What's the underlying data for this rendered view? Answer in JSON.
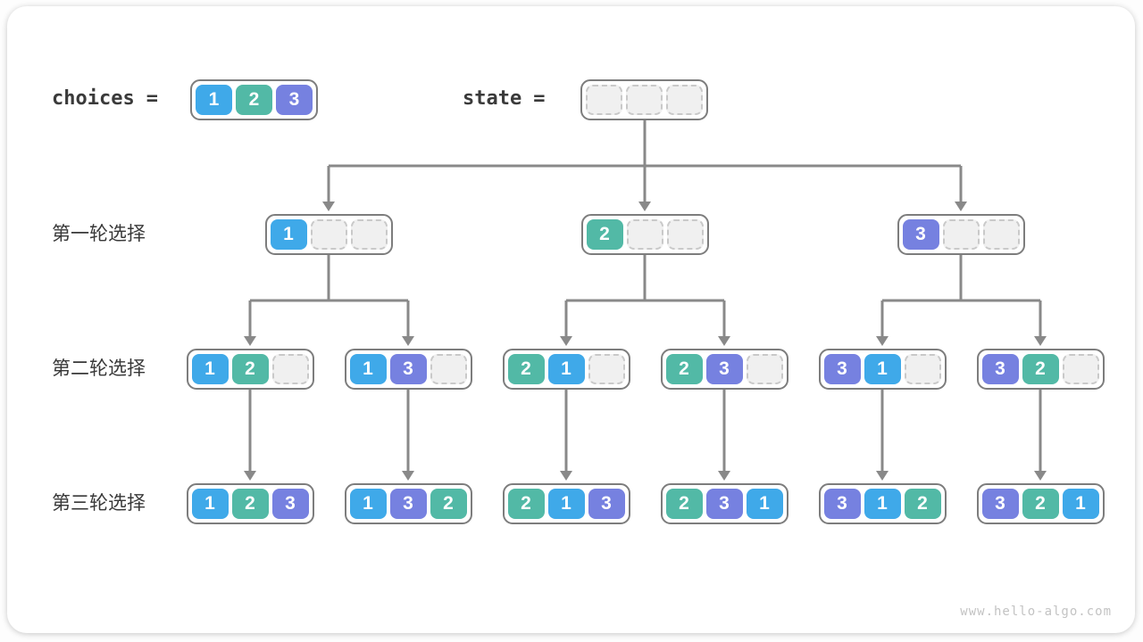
{
  "page": {
    "watermark": "www.hello-algo.com"
  },
  "colors": {
    "value_1": "#3fa9e9",
    "value_2": "#52b9a6",
    "value_3": "#7681e0",
    "empty_fill": "#f0f0f0",
    "empty_border": "#c9c9c9",
    "node_border": "#7d7d7d",
    "connector": "#898989",
    "text": "#3a3a3a"
  },
  "header": {
    "choices_label": "choices",
    "equals": "=",
    "choices_values": [
      1,
      2,
      3
    ],
    "state_label": "state",
    "state_values": [
      null,
      null,
      null
    ]
  },
  "tree": {
    "rows": [
      {
        "label": "第一轮选择",
        "nodes": [
          [
            1,
            null,
            null
          ],
          [
            2,
            null,
            null
          ],
          [
            3,
            null,
            null
          ]
        ]
      },
      {
        "label": "第二轮选择",
        "nodes": [
          [
            1,
            2,
            null
          ],
          [
            1,
            3,
            null
          ],
          [
            2,
            1,
            null
          ],
          [
            2,
            3,
            null
          ],
          [
            3,
            1,
            null
          ],
          [
            3,
            2,
            null
          ]
        ]
      },
      {
        "label": "第三轮选择",
        "nodes": [
          [
            1,
            2,
            3
          ],
          [
            1,
            3,
            2
          ],
          [
            2,
            1,
            3
          ],
          [
            2,
            3,
            1
          ],
          [
            3,
            1,
            2
          ],
          [
            3,
            2,
            1
          ]
        ]
      }
    ]
  }
}
